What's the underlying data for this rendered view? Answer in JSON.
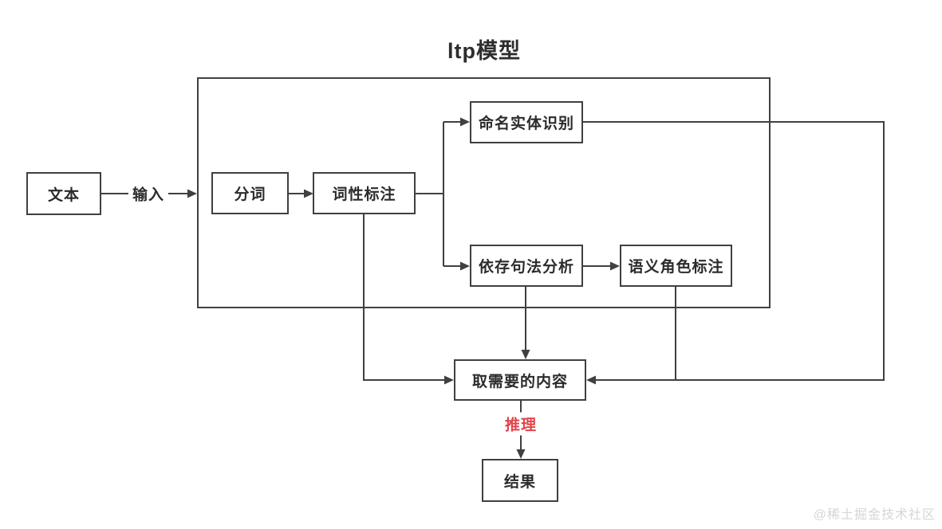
{
  "title": "ltp模型",
  "nodes": {
    "text": "文本",
    "segmentation": "分词",
    "pos_tagging": "词性标注",
    "ner": "命名实体识别",
    "dependency_parsing": "依存句法分析",
    "semantic_role_labeling": "语义角色标注",
    "extract_content": "取需要的内容",
    "result": "结果"
  },
  "edge_labels": {
    "input": "输入",
    "inference": "推理"
  },
  "watermark": "@稀土掘金技术社区",
  "colors": {
    "line": "#404040",
    "text": "#2b2b2b",
    "inference_red": "#e2444a",
    "watermark_gray": "#d5d5d5"
  }
}
